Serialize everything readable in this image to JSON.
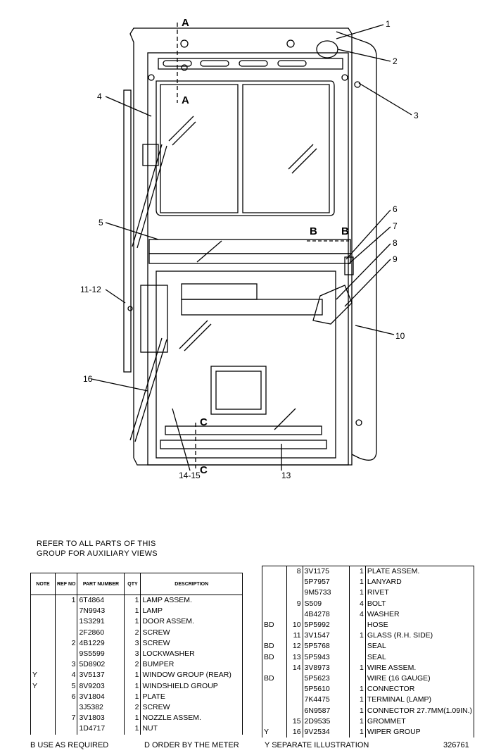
{
  "callouts": [
    "1",
    "2",
    "3",
    "4",
    "5",
    "6",
    "7",
    "8",
    "9",
    "10",
    "11-12",
    "13",
    "14-15",
    "16"
  ],
  "section_letters": [
    "A",
    "A",
    "B",
    "B",
    "C",
    "C"
  ],
  "note_lines": [
    "REFER TO ALL PARTS OF THIS",
    "GROUP FOR AUXILIARY VIEWS"
  ],
  "table_headers": {
    "note": "NOTE",
    "ref_no": "REF NO",
    "part_number": "PART NUMBER",
    "qty": "QTY",
    "description": "DESCRIPTION"
  },
  "parts_left": [
    {
      "note": "",
      "ref": "1",
      "part": "6T4864",
      "qty": "1",
      "desc": "LAMP ASSEM."
    },
    {
      "note": "",
      "ref": "",
      "part": "7N9943",
      "qty": "1",
      "desc": "  LAMP"
    },
    {
      "note": "",
      "ref": "",
      "part": "1S3291",
      "qty": "1",
      "desc": "  DOOR ASSEM."
    },
    {
      "note": "",
      "ref": "",
      "part": "2F2860",
      "qty": "2",
      "desc": "  SCREW"
    },
    {
      "note": "",
      "ref": "2",
      "part": "4B1229",
      "qty": "3",
      "desc": "SCREW"
    },
    {
      "note": "",
      "ref": "",
      "part": "9S5599",
      "qty": "3",
      "desc": "LOCKWASHER"
    },
    {
      "note": "",
      "ref": "3",
      "part": "5D8902",
      "qty": "2",
      "desc": "BUMPER"
    },
    {
      "note": "Y",
      "ref": "4",
      "part": "3V5137",
      "qty": "1",
      "desc": "WINDOW GROUP (REAR)"
    },
    {
      "note": "Y",
      "ref": "5",
      "part": "8V9203",
      "qty": "1",
      "desc": "WINDSHIELD GROUP"
    },
    {
      "note": "",
      "ref": "6",
      "part": "3V1804",
      "qty": "1",
      "desc": "PLATE"
    },
    {
      "note": "",
      "ref": "",
      "part": "3J5382",
      "qty": "2",
      "desc": "SCREW"
    },
    {
      "note": "",
      "ref": "7",
      "part": "3V1803",
      "qty": "1",
      "desc": "NOZZLE ASSEM."
    },
    {
      "note": "",
      "ref": "",
      "part": "1D4717",
      "qty": "1",
      "desc": "NUT"
    }
  ],
  "parts_right": [
    {
      "note": "",
      "ref": "8",
      "part": "3V1175",
      "qty": "1",
      "desc": "PLATE ASSEM."
    },
    {
      "note": "",
      "ref": "",
      "part": "5P7957",
      "qty": "1",
      "desc": "  LANYARD"
    },
    {
      "note": "",
      "ref": "",
      "part": "9M5733",
      "qty": "1",
      "desc": "  RIVET"
    },
    {
      "note": "",
      "ref": "9",
      "part": "S509",
      "qty": "4",
      "desc": "BOLT"
    },
    {
      "note": "",
      "ref": "",
      "part": "4B4278",
      "qty": "4",
      "desc": "WASHER"
    },
    {
      "note": "BD",
      "ref": "10",
      "part": "5P5992",
      "qty": "",
      "desc": "HOSE"
    },
    {
      "note": "",
      "ref": "11",
      "part": "3V1547",
      "qty": "1",
      "desc": "GLASS (R.H. SIDE)"
    },
    {
      "note": "BD",
      "ref": "12",
      "part": "5P5768",
      "qty": "",
      "desc": "SEAL"
    },
    {
      "note": "BD",
      "ref": "13",
      "part": "5P5943",
      "qty": "",
      "desc": "SEAL"
    },
    {
      "note": "",
      "ref": "14",
      "part": "3V8973",
      "qty": "1",
      "desc": "WIRE ASSEM."
    },
    {
      "note": "BD",
      "ref": "",
      "part": "5P5623",
      "qty": "",
      "desc": "  WIRE (16 GAUGE)"
    },
    {
      "note": "",
      "ref": "",
      "part": "5P5610",
      "qty": "1",
      "desc": "  CONNECTOR"
    },
    {
      "note": "",
      "ref": "",
      "part": "7K4475",
      "qty": "1",
      "desc": "  TERMINAL (LAMP)"
    },
    {
      "note": "",
      "ref": "",
      "part": "6N9587",
      "qty": "1",
      "desc": "  CONNECTOR 27.7MM(1.09IN.)"
    },
    {
      "note": "",
      "ref": "15",
      "part": "2D9535",
      "qty": "1",
      "desc": "GROMMET"
    },
    {
      "note": "Y",
      "ref": "16",
      "part": "9V2534",
      "qty": "1",
      "desc": "WIPER GROUP"
    }
  ],
  "footer": {
    "b_note": "B    USE AS REQUIRED",
    "d_note": "D    ORDER BY THE METER",
    "y_note": "Y    SEPARATE ILLUSTRATION",
    "illustration_number": "326761"
  }
}
